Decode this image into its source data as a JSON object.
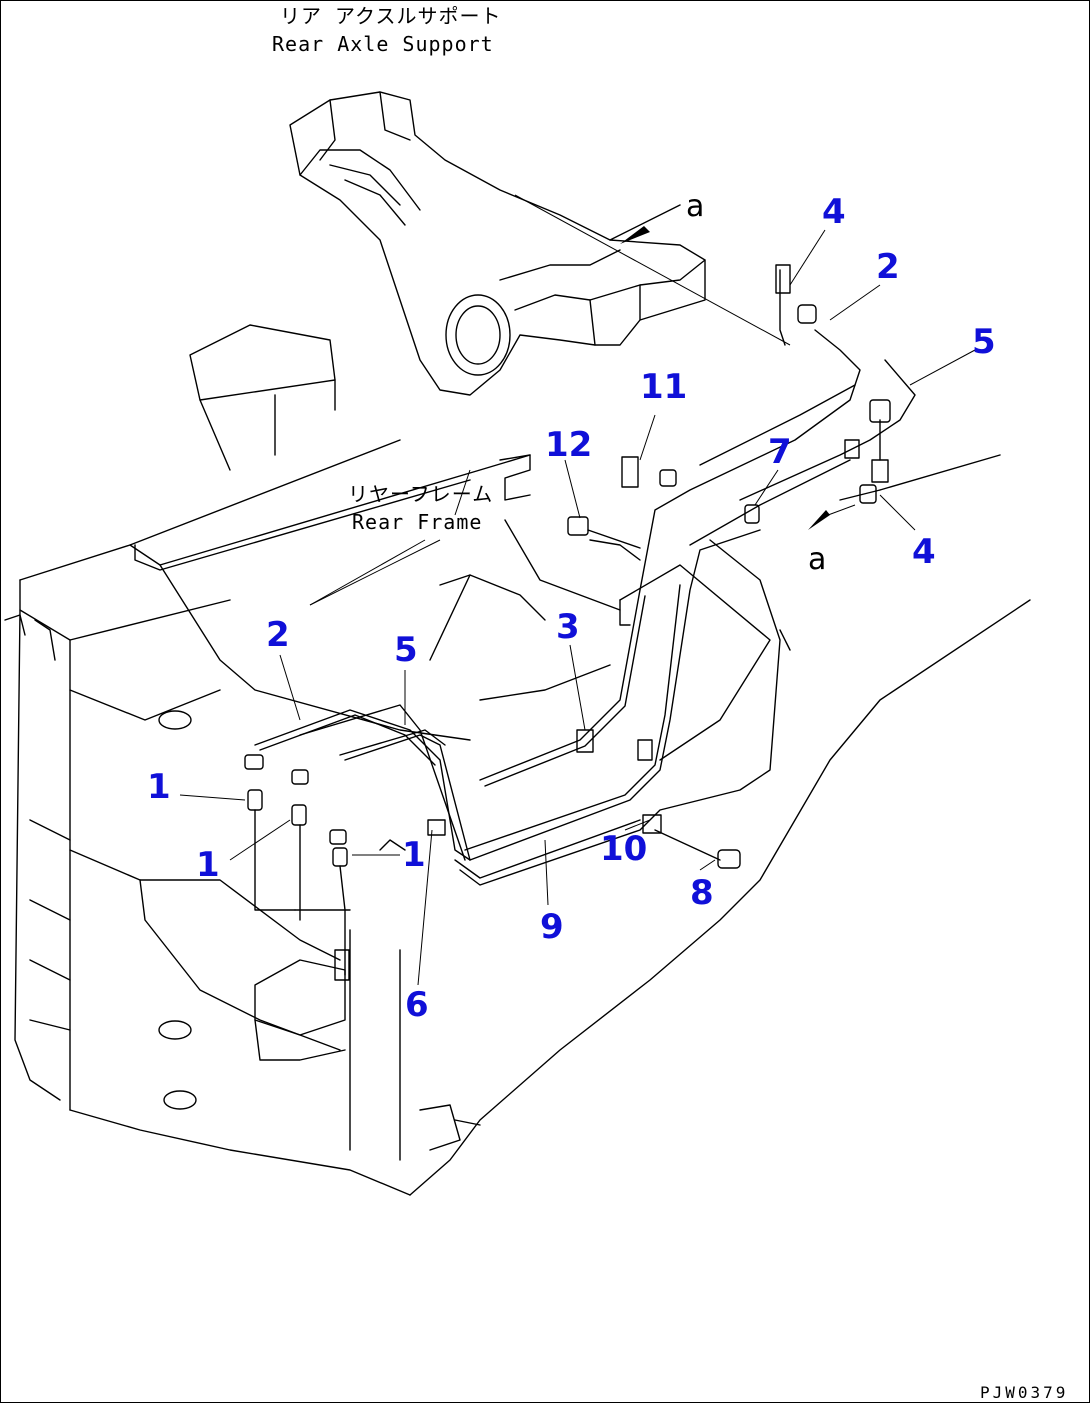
{
  "labels": {
    "rear_axle_support_jp": "リア アクスルサポート",
    "rear_axle_support_en": "Rear Axle Support",
    "rear_frame_jp": "リヤーフレーム",
    "rear_frame_en": "Rear Frame",
    "view_a_top": "a",
    "view_a_right": "a"
  },
  "callouts": [
    {
      "id": "c-4-top",
      "text": "4"
    },
    {
      "id": "c-2-top",
      "text": "2"
    },
    {
      "id": "c-5-top",
      "text": "5"
    },
    {
      "id": "c-11",
      "text": "11"
    },
    {
      "id": "c-12",
      "text": "12"
    },
    {
      "id": "c-7",
      "text": "7"
    },
    {
      "id": "c-4-right",
      "text": "4"
    },
    {
      "id": "c-3",
      "text": "3"
    },
    {
      "id": "c-2-left",
      "text": "2"
    },
    {
      "id": "c-5-left",
      "text": "5"
    },
    {
      "id": "c-1-a",
      "text": "1"
    },
    {
      "id": "c-1-b",
      "text": "1"
    },
    {
      "id": "c-1-c",
      "text": "1"
    },
    {
      "id": "c-10",
      "text": "10"
    },
    {
      "id": "c-8",
      "text": "8"
    },
    {
      "id": "c-9",
      "text": "9"
    },
    {
      "id": "c-6",
      "text": "6"
    }
  ],
  "drawing_number": "PJW0379",
  "colors": {
    "callout": "#1010d8",
    "line": "#000000",
    "background": "#ffffff"
  }
}
